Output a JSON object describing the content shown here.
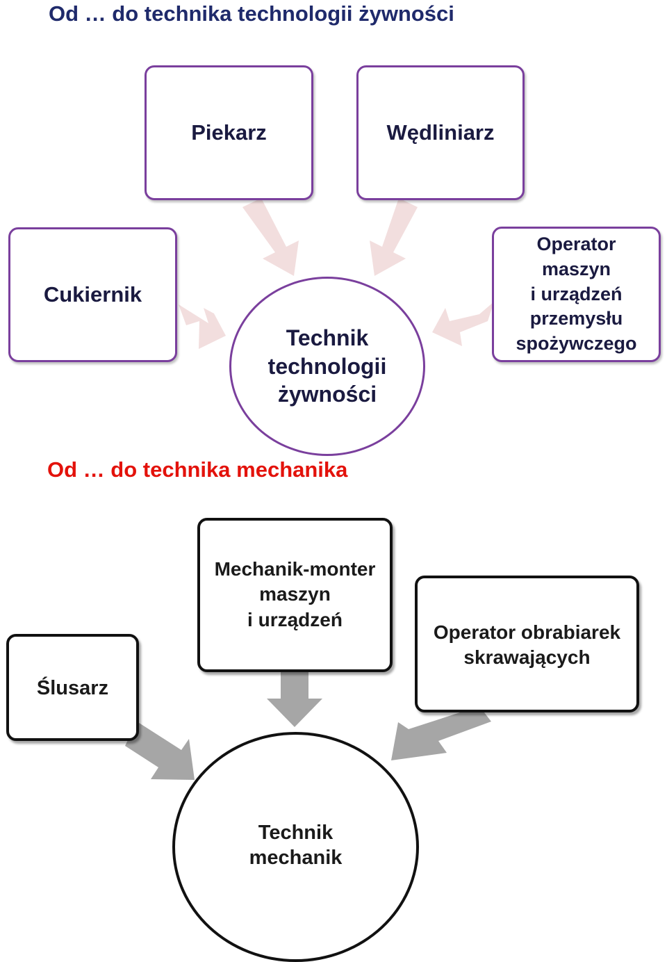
{
  "food": {
    "title": "Od … do technika technologii żywności",
    "center": "Technik\ntechnologii\nżywności",
    "sources": {
      "piekarz": "Piekarz",
      "wedliniarz": "Wędliniarz",
      "cukiernik": "Cukiernik",
      "operator": "Operator\nmaszyn\ni urządzeń\nprzemysłu\nspożywczego"
    },
    "colors": {
      "border": "#7a3f9d",
      "arrow": "#f2dede",
      "title": "#1f2a6b"
    }
  },
  "mech": {
    "title": "Od … do technika mechanika",
    "center": "Technik\nmechanik",
    "sources": {
      "slusarz": "Ślusarz",
      "monter": "Mechanik-monter\nmaszyn\ni urządzeń",
      "operator": "Operator obrabiarek\nskrawających"
    },
    "colors": {
      "border": "#111111",
      "arrow": "#a6a6a6",
      "title": "#e3120b"
    }
  }
}
